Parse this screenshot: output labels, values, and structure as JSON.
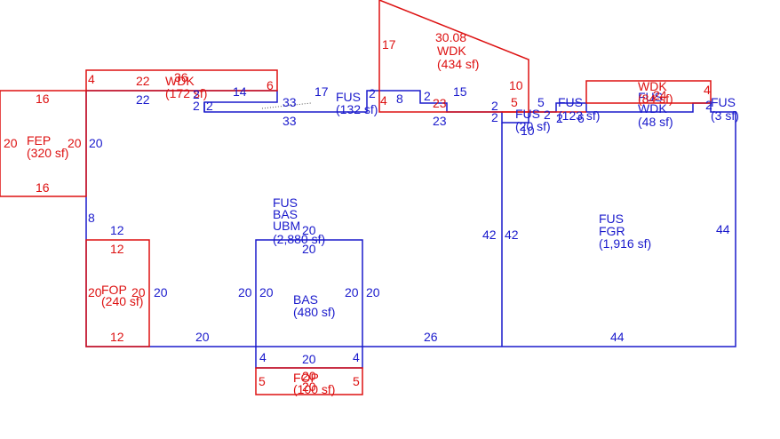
{
  "colors": {
    "blue": "#1a1acc",
    "red": "#dd1111"
  },
  "areas": {
    "fep": {
      "code": "FEP",
      "area": "(320 sf)"
    },
    "wdk_top_left": {
      "code": "WDK",
      "area": "(172 sf)"
    },
    "fus_132": {
      "code": "FUS",
      "area": "(132 sf)"
    },
    "wdk_angled": {
      "code": "WDK",
      "area": "(434 sf)",
      "slope": "30.08"
    },
    "fus_20": {
      "code": "FUS",
      "area": "(20 sf)"
    },
    "fus_123": {
      "code": "FUS",
      "area": "(123 sf)"
    },
    "wdk_right_stack": {
      "code1": "WDK",
      "code2": "FUS",
      "area1": "(84 sf)",
      "code3": "WDK",
      "area2": "(48 sf)"
    },
    "fus_3": {
      "code": "FUS",
      "area": "(3 sf)"
    },
    "fus_bas_ubm": {
      "line1": "FUS",
      "line2": "BAS",
      "line3": "UBM",
      "area": "(2,880 sf)"
    },
    "bas": {
      "code": "BAS",
      "area": "(480 sf)"
    },
    "fus_fgr": {
      "line1": "FUS",
      "line2": "FGR",
      "area": "(1,916 sf)"
    },
    "fop": {
      "code": "FOP",
      "area": "(240 sf)"
    },
    "fop_bottom": {
      "code": "FOP",
      "area": "(100 sf)"
    }
  },
  "dims": {
    "d16a": "16",
    "d16b": "16",
    "d20a": "20",
    "d20b": "20",
    "d20c": "20",
    "d4a": "4",
    "d22a": "22",
    "d36": "36",
    "d6a": "6",
    "d22b": "22",
    "d14": "14",
    "d2a": "2",
    "d2b": "2",
    "d33a": "33",
    "d33b": "33",
    "d17a": "17",
    "d2c": "2",
    "d4b": "4",
    "d8a": "8",
    "d2d": "2",
    "d15": "15",
    "d23a": "23",
    "d23b": "23",
    "d17b": "17",
    "d10a": "10",
    "d5a": "5",
    "d2e": "2",
    "d2f": "2",
    "d10b": "10",
    "d5b": "5",
    "d2g": "2",
    "d2h": "2",
    "d6b": "6",
    "d4c": "4",
    "d24": "24",
    "d2i": "2",
    "d8b": "8",
    "d12a": "12",
    "d12b": "12",
    "d12c": "12",
    "d20d": "20",
    "d20e": "20",
    "d20f": "20",
    "d20g": "20",
    "d20h": "20",
    "d20i": "20",
    "d20j": "20",
    "d20k": "20",
    "d20l": "20",
    "d20m": "20",
    "d42a": "42",
    "d42b": "42",
    "d44a": "44",
    "d44b": "44",
    "d26": "26",
    "d4d": "4",
    "d4e": "4",
    "d20n": "20",
    "d5c": "5",
    "d5d": "5",
    "d20o": "20",
    "d20p": "20"
  }
}
